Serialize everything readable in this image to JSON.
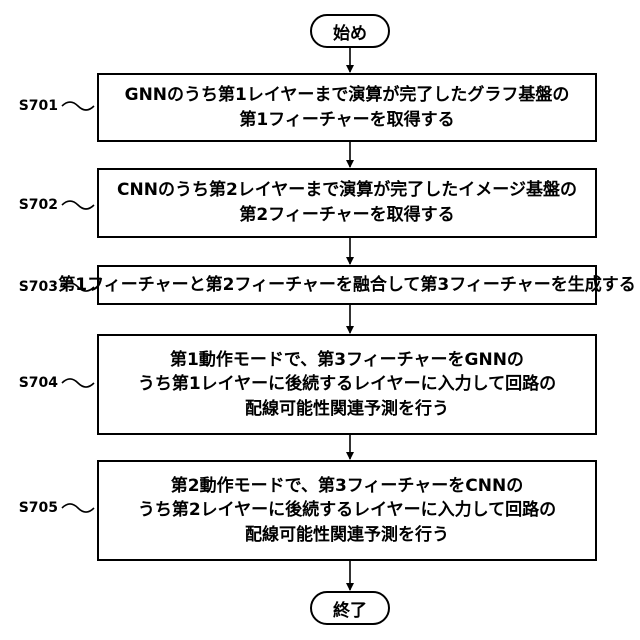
{
  "start_label": "始め",
  "end_label": "終了",
  "steps": [
    {
      "id": "S701",
      "lines": [
        "GNNのうち第1レイヤーまで演算が完了したグラフ基盤の",
        "第1フィーチャーを取得する"
      ]
    },
    {
      "id": "S702",
      "lines": [
        "CNNのうち第2レイヤーまで演算が完了したイメージ基盤の",
        "第2フィーチャーを取得する"
      ]
    },
    {
      "id": "S703",
      "lines": [
        "第1フィーチャーと第2フィーチャーを融合して第3フィーチャーを生成する"
      ]
    },
    {
      "id": "S704",
      "lines": [
        "第1動作モードで、第3フィーチャーをGNNの",
        "うち第1レイヤーに後続するレイヤーに入力して回路の",
        "配線可能性関連予測を行う"
      ]
    },
    {
      "id": "S705",
      "lines": [
        "第2動作モードで、第3フィーチャーをCNNの",
        "うち第2レイヤーに後続するレイヤーに入力して回路の",
        "配線可能性関連予測を行う"
      ]
    }
  ]
}
